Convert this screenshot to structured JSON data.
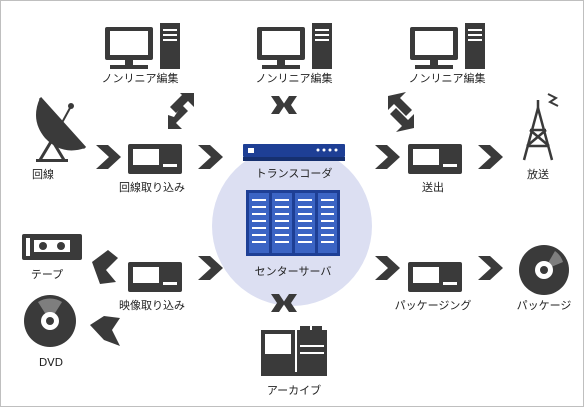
{
  "labels": {
    "nle_left": "ノンリニア編集",
    "nle_center": "ノンリニア編集",
    "nle_right": "ノンリニア編集",
    "line": "回線",
    "line_ingest": "回線取り込み",
    "transcoder": "トランスコーダ",
    "send_out": "送出",
    "broadcast": "放送",
    "tape": "テープ",
    "video_ingest": "映像取り込み",
    "center_server": "センターサーバ",
    "packaging": "パッケージング",
    "package": "パッケージ",
    "dvd": "DVD",
    "archive": "アーカイブ"
  },
  "colors": {
    "icon_dark": "#3a3a3a",
    "center_circle": "#dcdff2",
    "server_blue": "#1e3f95",
    "arrow": "#3a3a3a"
  }
}
